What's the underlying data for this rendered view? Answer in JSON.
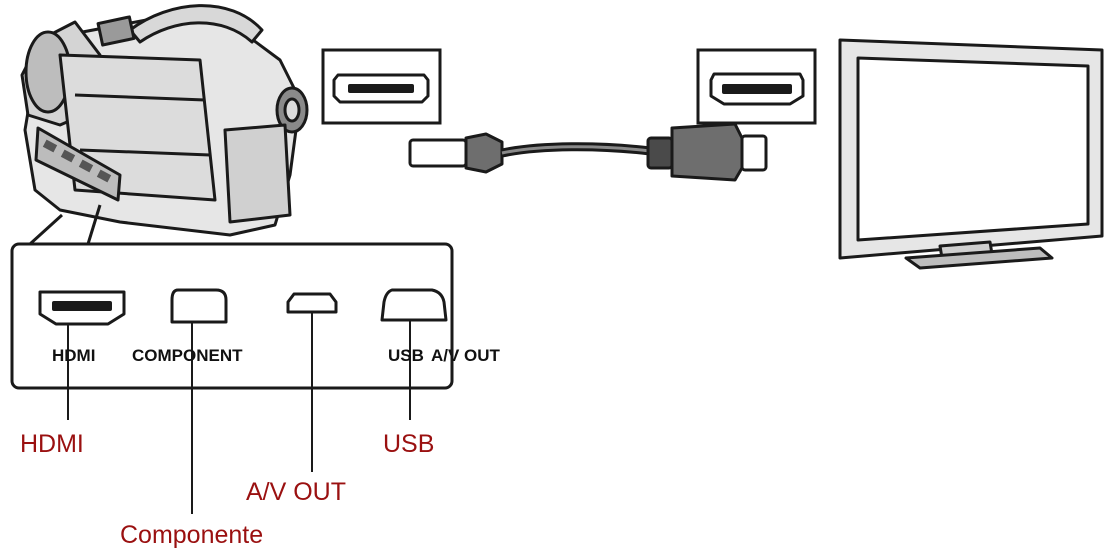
{
  "colors": {
    "line": "#1a1a1a",
    "device_fill": "#e6e6e6",
    "device_dark": "#6e6e6e",
    "callout_text": "#9a1010",
    "background": "#ffffff"
  },
  "port_panel": {
    "labels": {
      "hdmi": "HDMI",
      "component": "COMPONENT",
      "usb": "USB",
      "av_out": "A/V OUT"
    }
  },
  "callouts": {
    "hdmi": "HDMI",
    "usb": "USB",
    "av_out": "A/V OUT",
    "component": "Componente"
  },
  "icons": {
    "camera": "camcorder-icon",
    "tv": "flat-tv-icon",
    "cable": "hdmi-cable-icon",
    "camera_port": "mini-hdmi-port-icon",
    "tv_port": "hdmi-port-icon"
  }
}
